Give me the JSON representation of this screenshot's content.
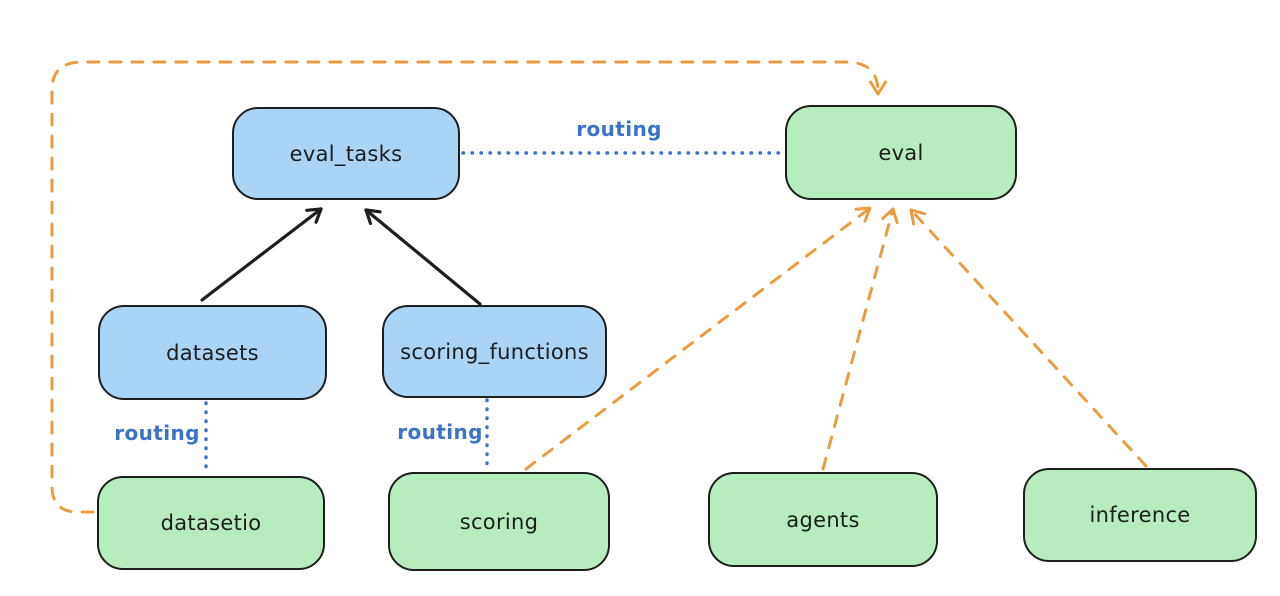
{
  "diagram": {
    "nodes": [
      {
        "id": "eval_tasks",
        "label": "eval_tasks",
        "type": "api"
      },
      {
        "id": "eval",
        "label": "eval",
        "type": "provider"
      },
      {
        "id": "datasets",
        "label": "datasets",
        "type": "api"
      },
      {
        "id": "scoring_functions",
        "label": "scoring_functions",
        "type": "api"
      },
      {
        "id": "datasetio",
        "label": "datasetio",
        "type": "provider"
      },
      {
        "id": "scoring",
        "label": "scoring",
        "type": "provider"
      },
      {
        "id": "agents",
        "label": "agents",
        "type": "provider"
      },
      {
        "id": "inference",
        "label": "inference",
        "type": "provider"
      }
    ],
    "edge_labels": [
      {
        "text": "routing"
      },
      {
        "text": "routing"
      },
      {
        "text": "routing"
      }
    ],
    "edges": [
      {
        "from": "datasets",
        "to": "eval_tasks",
        "style": "solid",
        "color": "dark",
        "arrow": true
      },
      {
        "from": "scoring_functions",
        "to": "eval_tasks",
        "style": "solid",
        "color": "dark",
        "arrow": true
      },
      {
        "from": "eval_tasks",
        "to": "eval",
        "style": "dotted",
        "color": "blue",
        "arrow": false,
        "label": "routing"
      },
      {
        "from": "datasets",
        "to": "datasetio",
        "style": "dotted",
        "color": "blue",
        "arrow": false,
        "label": "routing"
      },
      {
        "from": "scoring_functions",
        "to": "scoring",
        "style": "dotted",
        "color": "blue",
        "arrow": false,
        "label": "routing"
      },
      {
        "from": "datasetio",
        "to": "eval",
        "style": "dashed",
        "color": "orange",
        "arrow": true
      },
      {
        "from": "scoring",
        "to": "eval",
        "style": "dashed",
        "color": "orange",
        "arrow": true
      },
      {
        "from": "agents",
        "to": "eval",
        "style": "dashed",
        "color": "orange",
        "arrow": true
      },
      {
        "from": "inference",
        "to": "eval",
        "style": "dashed",
        "color": "orange",
        "arrow": true
      }
    ]
  },
  "colors": {
    "canvas_bg": "#ffffff",
    "api_fill": "#a9d4f5",
    "provider_fill": "#b7edbe",
    "stroke_dark": "#1e1e1e",
    "routing_blue": "#3b73c9",
    "connector_orange": "#eb9c40",
    "label_text": "#1d1d1d"
  }
}
